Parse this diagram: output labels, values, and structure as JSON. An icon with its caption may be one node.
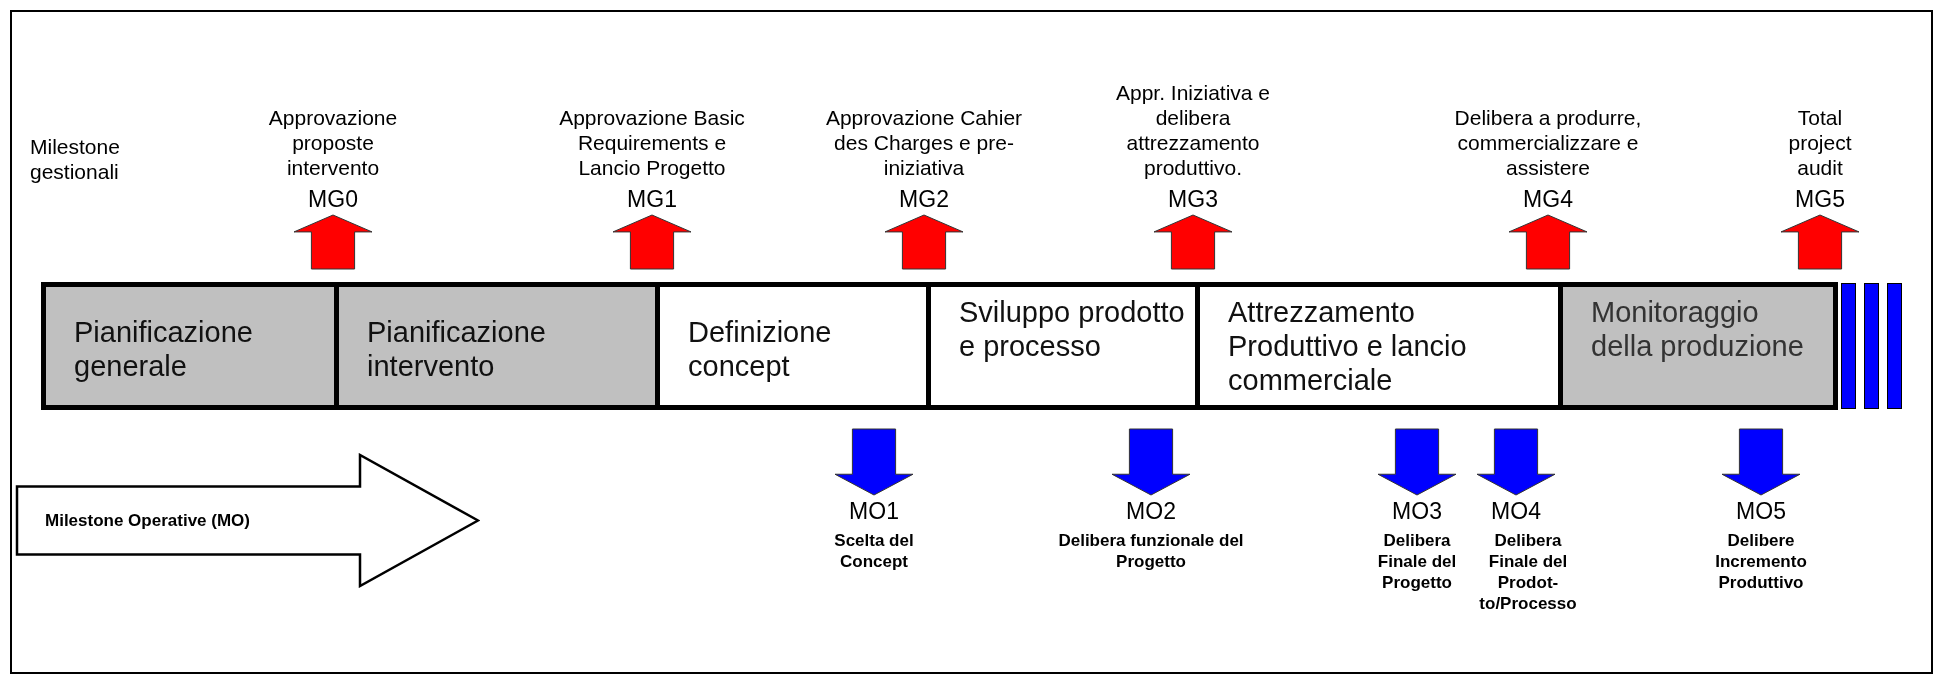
{
  "diagram": {
    "nodes": [
      {
        "text": [
          "Pianificazione generale"
        ]
      },
      {
        "text": [
          "Pianificazione intervento"
        ]
      },
      {
        "text": [
          "Definizione concept"
        ]
      },
      {
        "text": [
          "Sviluppo prodotto e processo"
        ]
      },
      {
        "text": [
          "Attrezzamento Produttivo e lancio commerciale"
        ]
      },
      {
        "text": [
          "Monitoraggio della produzione"
        ]
      },
      {
        "text": [
          "Milestone Operative (MO)"
        ]
      },
      {
        "text": [
          "MG0"
        ],
        "beside": [
          "Approvazione proposte intervento"
        ]
      },
      {
        "text": [
          "MG1"
        ],
        "beside": [
          "Approvazione Basic Requirements e Lancio Progetto"
        ]
      },
      {
        "text": [
          "MG2"
        ],
        "beside": [
          "Approvazione Cahier des Charges e pre-iniziativa"
        ]
      },
      {
        "text": [
          "MG3"
        ],
        "beside": [
          "Appr. Iniziativa e delibera attrezzamento produttivo."
        ]
      },
      {
        "text": [
          "MG4"
        ],
        "beside": [
          "Delibera a produrre, commercializzare e assistere"
        ]
      },
      {
        "text": [
          "MG5"
        ],
        "beside": [
          "Total project audit"
        ]
      },
      {
        "text": [
          "MO1"
        ],
        "beside": [
          "Scelta del Concept"
        ]
      },
      {
        "text": [
          "MO2"
        ],
        "beside": [
          "Delibera funzionale del Progetto"
        ]
      },
      {
        "text": [
          "MO3"
        ],
        "beside": [
          "Delibera Finale del Progetto"
        ]
      },
      {
        "text": [
          "MO4"
        ],
        "beside": [
          "Delibera Finale del Prodot-to/Processo"
        ]
      },
      {
        "text": [
          "MO5"
        ],
        "beside": [
          "Delibere Incremento Produttivo"
        ]
      }
    ],
    "edges": [
      {
        "from": null,
        "to": 7,
        "arrow": "to",
        "color": "#ff0000"
      },
      {
        "from": null,
        "to": 8,
        "arrow": "to",
        "color": "#ff0000"
      },
      {
        "from": null,
        "to": 9,
        "arrow": "to",
        "color": "#ff0000"
      },
      {
        "from": null,
        "to": 10,
        "arrow": "to",
        "color": "#ff0000"
      },
      {
        "from": null,
        "to": 11,
        "arrow": "to",
        "color": "#ff0000"
      },
      {
        "from": null,
        "to": 12,
        "arrow": "to",
        "color": "#ff0000"
      },
      {
        "from": null,
        "to": 13,
        "arrow": "to"
      },
      {
        "from": null,
        "to": 14,
        "arrow": "to"
      },
      {
        "from": null,
        "to": 15,
        "arrow": "to"
      },
      {
        "from": null,
        "to": 16,
        "arrow": "to"
      },
      {
        "from": null,
        "to": 17,
        "arrow": "to"
      }
    ],
    "labels": [
      "Milestone gestionali"
    ]
  }
}
